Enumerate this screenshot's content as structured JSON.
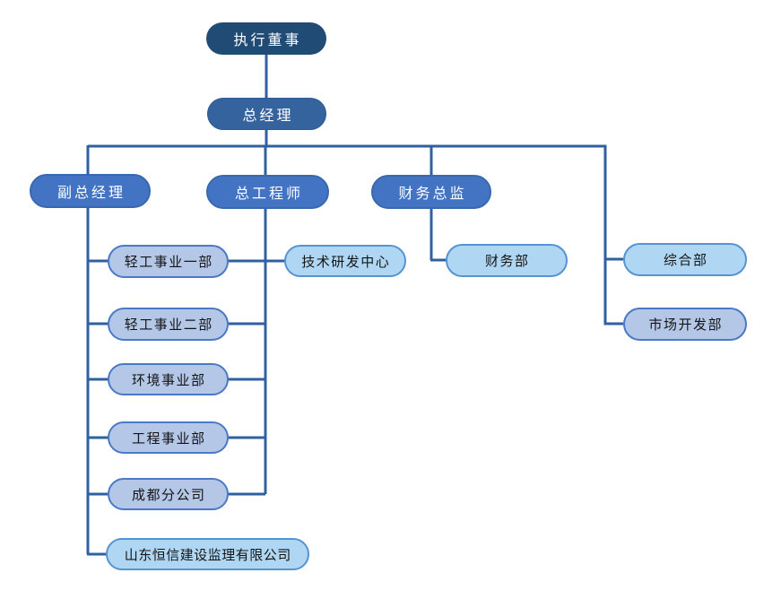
{
  "diagram": {
    "type": "org-chart",
    "nodes": {
      "executive_director": {
        "label": "执行董事",
        "level": 1
      },
      "general_manager": {
        "label": "总经理",
        "level": 2
      },
      "deputy_general_manager": {
        "label": "副总经理",
        "level": 3
      },
      "chief_engineer": {
        "label": "总工程师",
        "level": 3
      },
      "finance_director": {
        "label": "财务总监",
        "level": 3
      },
      "light_industry_division_1": {
        "label": "轻工事业一部",
        "level": 4
      },
      "light_industry_division_2": {
        "label": "轻工事业二部",
        "level": 4
      },
      "environment_division": {
        "label": "环境事业部",
        "level": 4
      },
      "engineering_division": {
        "label": "工程事业部",
        "level": 4
      },
      "chengdu_branch": {
        "label": "成都分公司",
        "level": 4
      },
      "shandong_hengxin_company": {
        "label": "山东恒信建设监理有限公司",
        "level": 4
      },
      "tech_rd_center": {
        "label": "技术研发中心",
        "level": 4
      },
      "finance_dept": {
        "label": "财务部",
        "level": 4
      },
      "general_affairs_dept": {
        "label": "综合部",
        "level": 4
      },
      "market_development_dept": {
        "label": "市场开发部",
        "level": 4
      }
    },
    "edges": [
      {
        "from": "executive_director",
        "to": "general_manager"
      },
      {
        "from": "general_manager",
        "to": "deputy_general_manager"
      },
      {
        "from": "general_manager",
        "to": "chief_engineer"
      },
      {
        "from": "general_manager",
        "to": "finance_director"
      },
      {
        "from": "general_manager",
        "to": "general_affairs_dept"
      },
      {
        "from": "general_manager",
        "to": "market_development_dept"
      },
      {
        "from": "deputy_general_manager",
        "to": "light_industry_division_1"
      },
      {
        "from": "deputy_general_manager",
        "to": "light_industry_division_2"
      },
      {
        "from": "deputy_general_manager",
        "to": "environment_division"
      },
      {
        "from": "deputy_general_manager",
        "to": "engineering_division"
      },
      {
        "from": "deputy_general_manager",
        "to": "chengdu_branch"
      },
      {
        "from": "deputy_general_manager",
        "to": "shandong_hengxin_company"
      },
      {
        "from": "chief_engineer",
        "to": "tech_rd_center"
      },
      {
        "from": "chief_engineer",
        "to": "light_industry_division_1",
        "dual": true
      },
      {
        "from": "chief_engineer",
        "to": "light_industry_division_2",
        "dual": true
      },
      {
        "from": "chief_engineer",
        "to": "environment_division",
        "dual": true
      },
      {
        "from": "chief_engineer",
        "to": "engineering_division",
        "dual": true
      },
      {
        "from": "chief_engineer",
        "to": "chengdu_branch",
        "dual": true
      },
      {
        "from": "finance_director",
        "to": "finance_dept"
      }
    ]
  },
  "colors": {
    "level1_fill": "#1F4B74",
    "level2_fill": "#35639E",
    "level3_fill": "#4374C4",
    "level3_border": "#3A68B0",
    "lavender_fill": "#B4C7E7",
    "lavender_border": "#4B79C5",
    "sky_fill": "#AFD7F3",
    "sky_border": "#5693D2",
    "connector_line": "#30609F",
    "text_on_dark": "#FFFFFF",
    "text_on_light": "#141414",
    "background": "#FFFFFF"
  }
}
